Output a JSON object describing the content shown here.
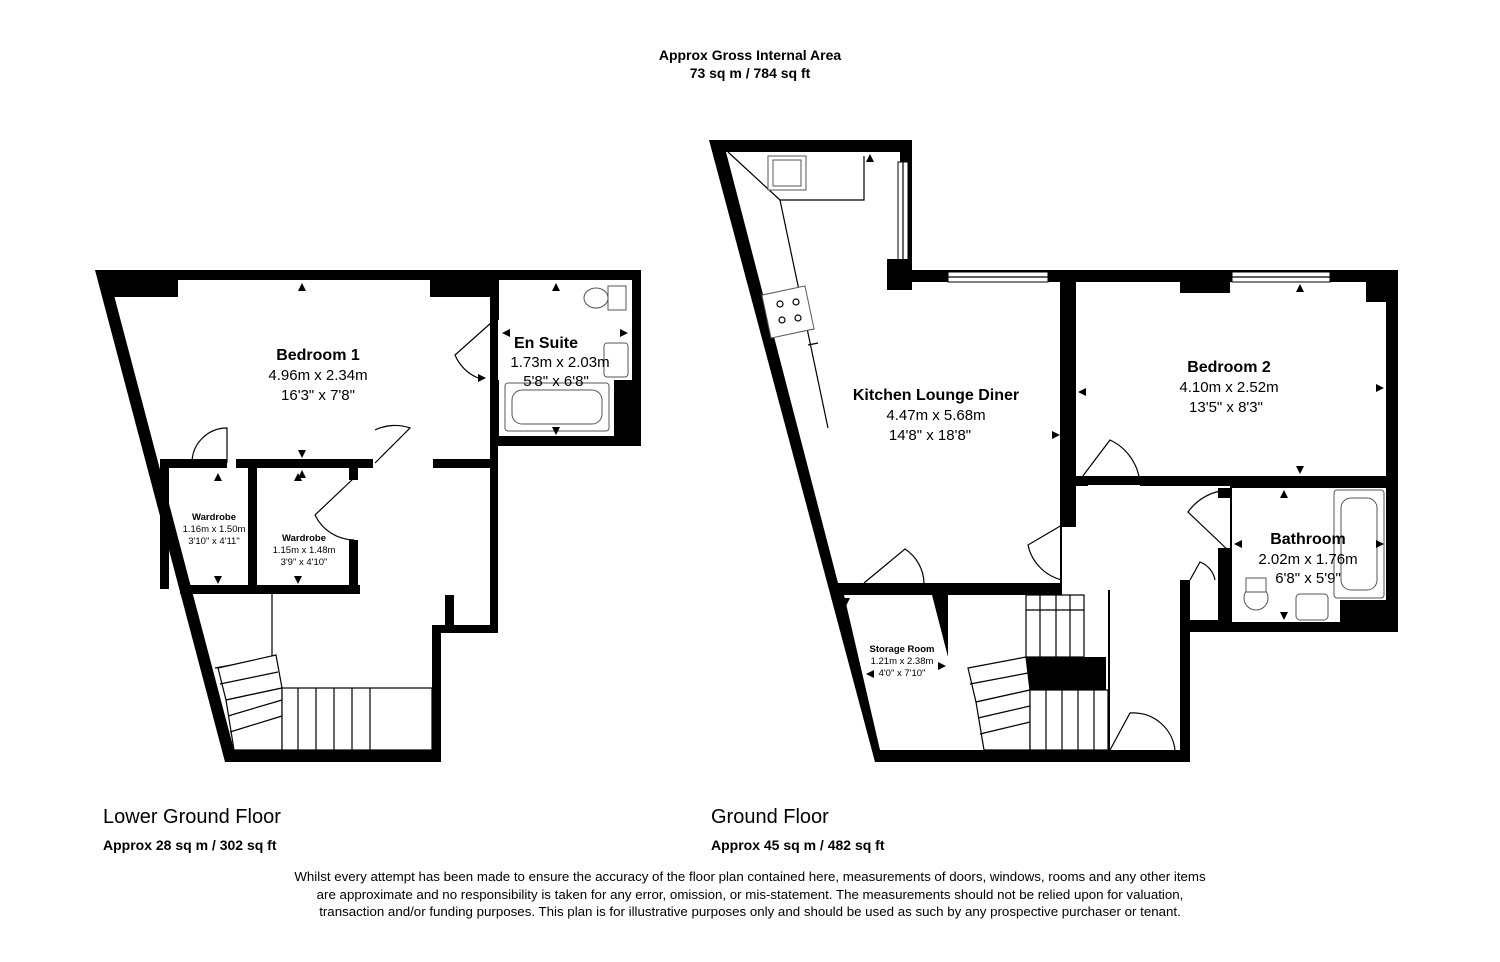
{
  "header": {
    "title": "Approx Gross Internal Area",
    "total_area": "73 sq m / 784 sq ft"
  },
  "floors": [
    {
      "name": "Lower Ground Floor",
      "area": "Approx 28 sq m / 302 sq ft",
      "rooms": [
        {
          "name": "Bedroom 1",
          "metric": "4.96m x 2.34m",
          "imperial": "16'3\" x 7'8\""
        },
        {
          "name": "En Suite",
          "metric": "1.73m x 2.03m",
          "imperial": "5'8\" x 6'8\""
        },
        {
          "name": "Wardrobe",
          "metric": "1.16m x 1.50m",
          "imperial": "3'10\" x 4'11\""
        },
        {
          "name": "Wardrobe",
          "metric": "1.15m x 1.48m",
          "imperial": "3'9\" x 4'10\""
        }
      ]
    },
    {
      "name": "Ground Floor",
      "area": "Approx 45 sq m / 482 sq ft",
      "rooms": [
        {
          "name": "Kitchen Lounge Diner",
          "metric": "4.47m x 5.68m",
          "imperial": "14'8\" x 18'8\""
        },
        {
          "name": "Bedroom 2",
          "metric": "4.10m x 2.52m",
          "imperial": "13'5\" x 8'3\""
        },
        {
          "name": "Bathroom",
          "metric": "2.02m x 1.76m",
          "imperial": "6'8\" x 5'9\""
        },
        {
          "name": "Storage Room",
          "metric": "1.21m x 2.38m",
          "imperial": "4'0\" x 7'10\""
        }
      ]
    }
  ],
  "disclaimer": "Whilst every attempt has been made to ensure the accuracy of the floor plan contained here, measurements of doors, windows, rooms and any other items are approximate and no responsibility is taken for any error, omission, or mis-statement. The measurements should not be relied upon for valuation, transaction and/or funding purposes. This plan is for illustrative purposes only and should be used as such by any prospective purchaser or tenant."
}
